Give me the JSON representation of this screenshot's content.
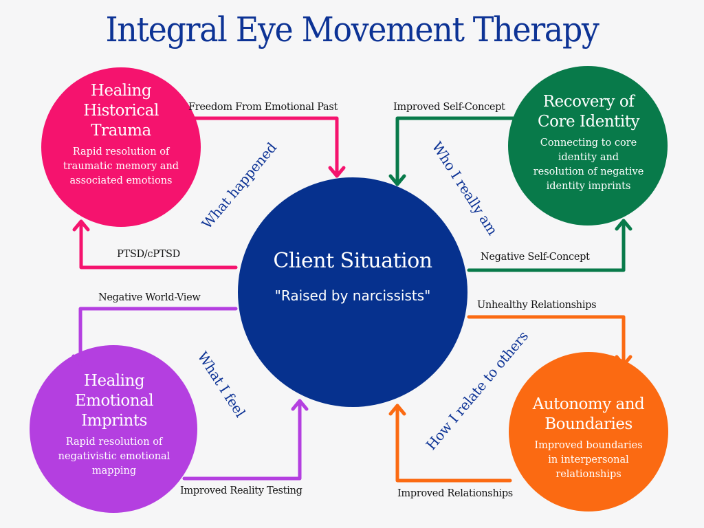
{
  "title": "Integral Eye Movement Therapy",
  "center": {
    "title": "Client Situation",
    "subtitle": "\"Raised by narcissists\"",
    "color": "#06318e"
  },
  "nodes": {
    "historical_trauma": {
      "title_lines": [
        "Healing",
        "Historical",
        "Trauma"
      ],
      "description_lines": [
        "Rapid resolution of",
        "traumatic memory and",
        "associated emotions"
      ],
      "color": "#f5136e"
    },
    "core_identity": {
      "title_lines": [
        "Recovery of",
        "Core Identity"
      ],
      "description_lines": [
        "Connecting to core",
        "identity and",
        "resolution of negative",
        "identity imprints"
      ],
      "color": "#087a4a"
    },
    "emotional_imprints": {
      "title_lines": [
        "Healing",
        "Emotional",
        "Imprints"
      ],
      "description_lines": [
        "Rapid resolution of",
        "negativistic emotional",
        "mapping"
      ],
      "color": "#b43fe0"
    },
    "autonomy_boundaries": {
      "title_lines": [
        "Autonomy and",
        "Boundaries"
      ],
      "description_lines": [
        "Improved boundaries",
        "in interpersonal",
        "relationships"
      ],
      "color": "#fb6a12"
    }
  },
  "edges": {
    "freedom_from_emotional_past": "Freedom From Emotional Past",
    "ptsd": "PTSD/cPTSD",
    "improved_self_concept": "Improved Self-Concept",
    "negative_self_concept": "Negative Self-Concept",
    "negative_world_view": "Negative World-View",
    "improved_reality_testing": "Improved Reality Testing",
    "unhealthy_relationships": "Unhealthy Relationships",
    "improved_relationships": "Improved Relationships"
  },
  "dimensions": {
    "what_happened": "What happened",
    "who_i_really_am": "Who I really am",
    "what_i_feel": "What I feel",
    "how_i_relate": "How I relate to others"
  }
}
